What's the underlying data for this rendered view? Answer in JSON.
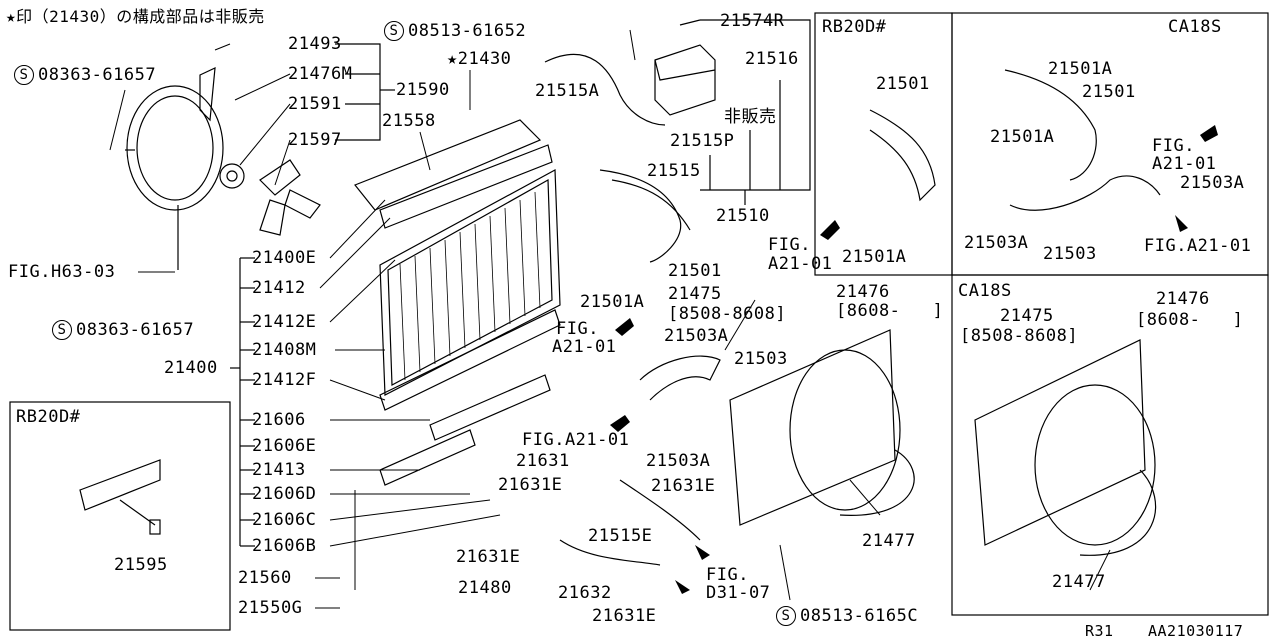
{
  "note": "★印（21430）の構成部品は非販売",
  "panels": {
    "rb20d_top": "RB20D#",
    "ca18s_top": "CA18S",
    "ca18s_bottom": "CA18S",
    "rb20d_inset": "RB20D#"
  },
  "labels": {
    "p08513_61652": "08513-61652",
    "p21574r": "21574R",
    "p21516": "21516",
    "p21493": "21493",
    "p08363_61657_top": "08363-61657",
    "p21476m": "21476M",
    "p21590": "21590",
    "p21591": "21591",
    "p21597": "21597",
    "p21430": "★21430",
    "p21558": "21558",
    "p21515a": "21515A",
    "hihanbai": "非販売",
    "p21515p": "21515P",
    "p21515": "21515",
    "p21510": "21510",
    "p21501_rb": "21501",
    "fig_a21_01_rb": "FIG.",
    "fig_a21_01_rb2": "A21-01",
    "p21501a_rb": "21501A",
    "p21501a_ca1": "21501A",
    "p21501_ca": "21501",
    "p21501a_ca2": "21501A",
    "fig_ca_a": "FIG.",
    "fig_ca_b": "A21-01",
    "p21503a_ca1": "21503A",
    "p21503a_ca2": "21503A",
    "p21503_ca": "21503",
    "fig_a21_01_ca": "FIG.A21-01",
    "p21400e": "21400E",
    "p21412": "21412",
    "p21412e": "21412E",
    "p21408m": "21408M",
    "p21400": "21400",
    "p21412f": "21412F",
    "p21606": "21606",
    "p21606e": "21606E",
    "p21413": "21413",
    "p21606d": "21606D",
    "p21606c": "21606C",
    "p21606b": "21606B",
    "p21560": "21560",
    "p21550g": "21550G",
    "fig_h63_03": "FIG.H63-03",
    "p08363_61657_bot": "08363-61657",
    "p21501_mid": "21501",
    "p21501a_mid": "21501A",
    "p21475": "21475",
    "p21475_range": "[8508-8608]",
    "p21476": "21476",
    "p21476_range": "[8608-   ]",
    "fig_mid_a": "FIG.",
    "fig_mid_b": "A21-01",
    "p21503a_mid": "21503A",
    "p21503_mid": "21503",
    "fig_a21_01_mid": "FIG.A21-01",
    "p21503a_mid2": "21503A",
    "p21631": "21631",
    "p21631e_1": "21631E",
    "p21631e_2": "21631E",
    "p21515e": "21515E",
    "p21631e_3": "21631E",
    "p21480": "21480",
    "p21632": "21632",
    "p21631e_4": "21631E",
    "fig_d31_a": "FIG.",
    "fig_d31_b": "D31-07",
    "p08513_6165c": "08513-6165C",
    "p21477_mid": "21477",
    "ca_21475": "21475",
    "ca_21475_range": "[8508-8608]",
    "ca_21476": "21476",
    "ca_21476_range": "[8608-   ]",
    "ca_21477": "21477",
    "p21595": "21595",
    "footer_model": "R31",
    "footer_code": "AA21030117"
  }
}
